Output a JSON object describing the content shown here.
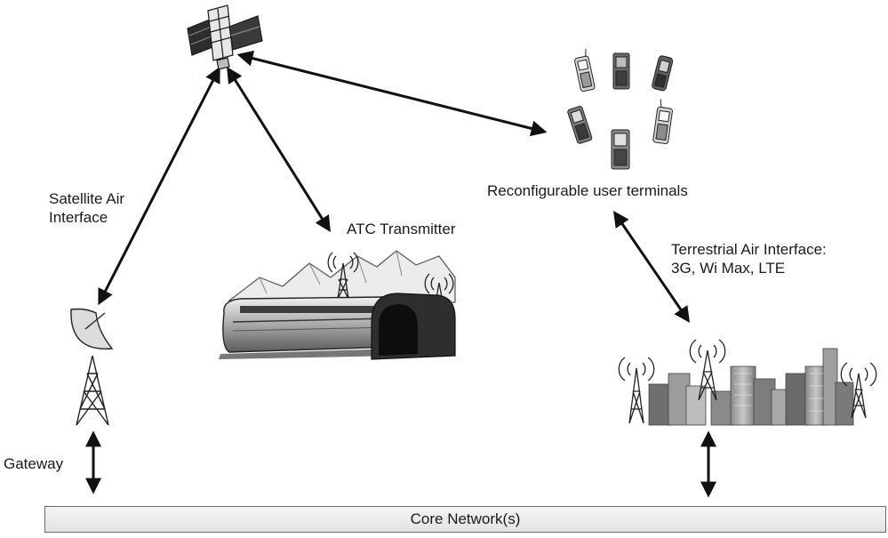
{
  "labels": {
    "satellite_air_interface_line1": "Satellite Air",
    "satellite_air_interface_line2": "Interface",
    "atc_transmitter": "ATC Transmitter",
    "reconfigurable_terminals": "Reconfigurable user terminals",
    "terrestrial_line1": "Terrestrial Air Interface:",
    "terrestrial_line2": "3G, Wi Max, LTE",
    "gateway": "Gateway",
    "core_network": "Core Network(s)"
  },
  "icons": {
    "satellite": "satellite-icon",
    "phones": "mobile-phone-icon",
    "dish": "satellite-dish-icon",
    "mountains": "mountains-icon",
    "train": "train-icon",
    "tunnel": "tunnel-icon",
    "city": "city-skyline-icon",
    "tower": "cell-tower-icon"
  },
  "colors": {
    "stroke": "#1a1a1a",
    "fill_light": "#cfcfcf",
    "fill_mid": "#9a9a9a",
    "fill_dark": "#555555"
  }
}
